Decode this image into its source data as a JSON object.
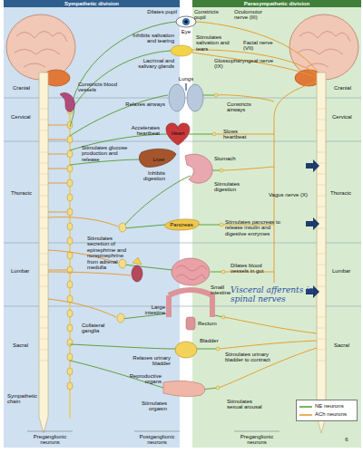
{
  "diagram": {
    "nodes": [
      {
        "text": [
          "Sympathetic division"
        ]
      },
      {
        "text": [
          "Parasympathetic division"
        ]
      }
    ],
    "labels": [
      "Dilates pupil",
      "Constricts pupil",
      "Oculomotor nerve (III)",
      "Eye",
      "Inhibits salivation and tearing",
      "Stimulates salivation and tears",
      "Facial nerve (VII)",
      "Lacrimal and salivary glands",
      "Glossopharyngeal nerve (IX)",
      "Lungs",
      "Cranial",
      "Cranial",
      "Constricts blood vessels",
      "Relaxes airways",
      "Constricts airways",
      "Cervical",
      "Cervical",
      "Accelerates heartbeat",
      "Heart",
      "Slows heartbeat",
      "Stimulates glucose production and release",
      "Liver",
      "Stomach",
      "Inhibits digestion",
      "Stimulates digestion",
      "Thoracic",
      "Thoracic",
      "Vagus nerve (X)",
      "Pancreas",
      "Stimulates pancreas to release insulin and digestive enzymes",
      "Stimulates secretion of epinephrine and norepinephrine from adrenal medulla",
      "Lumbar",
      "Lumbar",
      "Dilates blood vessels in gut",
      "Small intestine",
      "Visceral afferents in spinal nerves",
      "Large intestine",
      "Rectum",
      "Collateral ganglia",
      "Sacral",
      "Sacral",
      "Bladder",
      "Relaxes urinary bladder",
      "Stimulates urinary bladder to contract",
      "Reproductive organs",
      "Sympathetic chain",
      "Stimulates orgasm",
      "Stimulates sexual arousal",
      "Preganglionic neurons",
      "Postganglionic neurons",
      "Preganglionic neurons",
      "6"
    ],
    "legend": [
      {
        "text": "NE neurons"
      },
      {
        "text": "ACh neurons"
      }
    ]
  }
}
